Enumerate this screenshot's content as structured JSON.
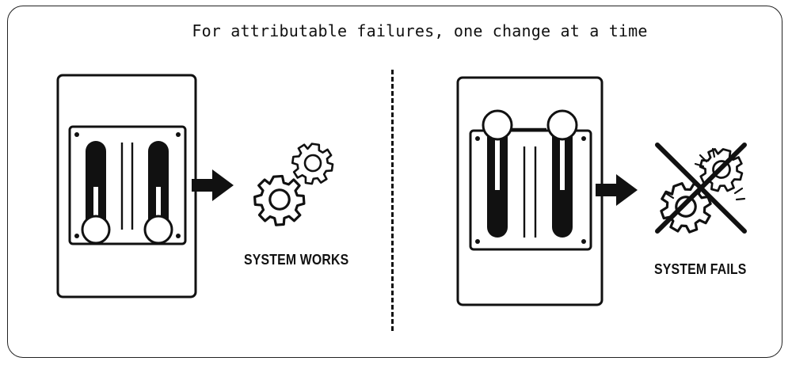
{
  "title": "For attributable failures, one change at a time",
  "left_panel": {
    "caption": "SYSTEM WORKS",
    "state_icon": "gears-icon"
  },
  "right_panel": {
    "caption": "SYSTEM FAILS",
    "state_icon": "broken-gears-x-icon"
  },
  "colors": {
    "ink": "#111111",
    "background": "#ffffff"
  }
}
